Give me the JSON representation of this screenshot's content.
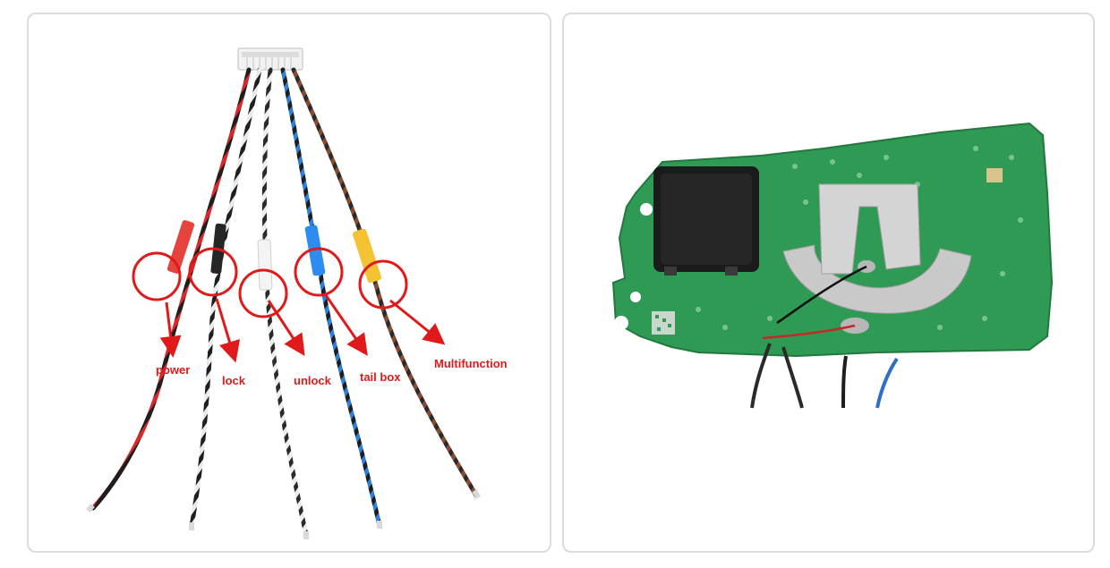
{
  "labels": {
    "power": "power",
    "lock": "lock",
    "unlock": "unlock",
    "tail_box": "tail box",
    "multifunction": "Multifunction"
  },
  "colors": {
    "annotation_red": "#e01a1a",
    "wire_red": "#d8282a",
    "wire_black": "#1e1e1e",
    "wire_white": "#e9e9e9",
    "wire_blue": "#2f7fd8",
    "wire_brown": "#6b3a26",
    "sleeve_red": "#e5443c",
    "sleeve_black": "#262626",
    "sleeve_white": "#f4f4f4",
    "sleeve_blue": "#2d8cf0",
    "sleeve_yellow": "#f3c334",
    "pcb_green": "#2f9a54",
    "battery_clip": "#c9c9c9",
    "chip_black": "#1b1b1b"
  }
}
